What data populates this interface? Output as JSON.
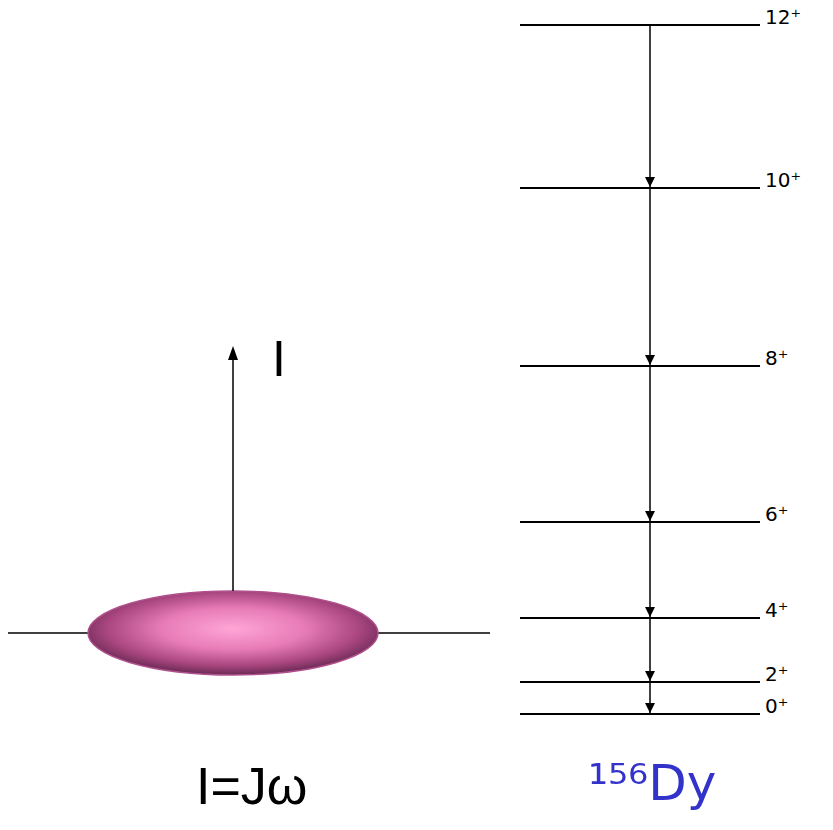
{
  "diagram": {
    "nodes": [
      {
        "text": [
          "12⁺"
        ]
      },
      {
        "text": [
          "10⁺"
        ]
      },
      {
        "text": [
          "8⁺"
        ]
      },
      {
        "text": [
          "6⁺"
        ]
      },
      {
        "text": [
          "4⁺"
        ]
      },
      {
        "text": [
          "2⁺"
        ]
      },
      {
        "text": [
          "0⁺"
        ]
      }
    ],
    "edges": [
      {
        "from": 0,
        "to": 1,
        "arrow": "to"
      },
      {
        "from": 1,
        "to": 2,
        "arrow": "to"
      },
      {
        "from": 2,
        "to": 3,
        "arrow": "to"
      },
      {
        "from": 3,
        "to": 4,
        "arrow": "to"
      },
      {
        "from": 4,
        "to": 5,
        "arrow": "to"
      },
      {
        "from": 5,
        "to": 6,
        "arrow": "to"
      }
    ],
    "labels": [
      "I",
      "I=Jω",
      "¹⁵⁶Dy"
    ]
  }
}
